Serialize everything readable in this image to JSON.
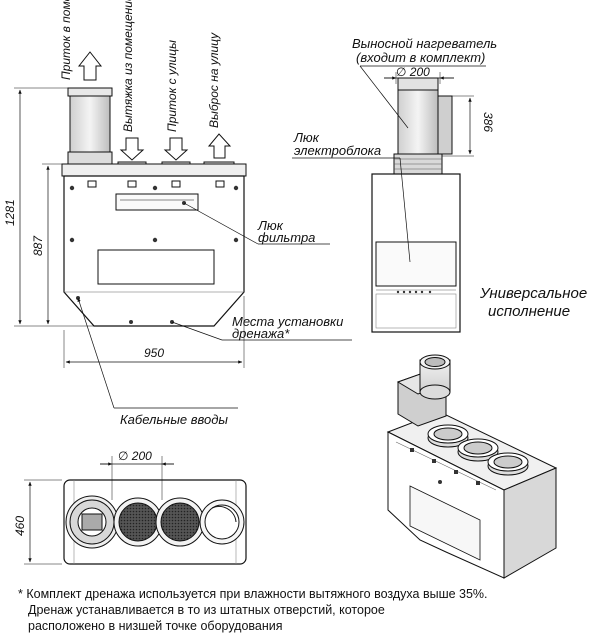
{
  "arrows": {
    "supply_in": "Приток в помещение",
    "exhaust_from": "Вытяжка из помещение",
    "supply_from": "Приток с улицы",
    "exhaust_out": "Выброс на улицу"
  },
  "dimensions": {
    "total_height": "1281",
    "body_height": "887",
    "width": "950",
    "depth": "460",
    "duct_diameter_side": "∅ 200",
    "duct_diameter_top": "∅ 200",
    "heater_height": "386"
  },
  "callouts": {
    "filter_hatch_1": "Люк",
    "filter_hatch_2": "фильтра",
    "drain_1": "Места  установки",
    "drain_2": "дренажа*",
    "cable_entries": "Кабельные вводы",
    "heater_1": "Выносной нагреватель",
    "heater_2": "(входит в комплект)",
    "electro_hatch_1": "Люк",
    "electro_hatch_2": "электроблока",
    "universal_1": "Универсальное",
    "universal_2": "исполнение"
  },
  "footnote": {
    "line1": "* Комплект дренажа используется при влажности вытяжного воздуха выше 35%.",
    "line2": "Дренаж устанавливается в то из штатных отверстий, которое",
    "line3": "расположено в низшей точке оборудования"
  }
}
